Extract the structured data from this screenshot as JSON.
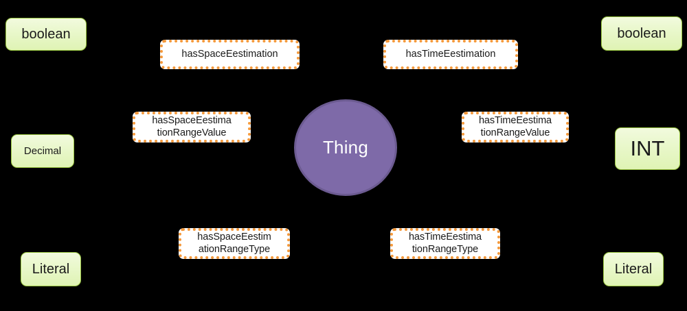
{
  "diagram": {
    "type": "ontology-graph",
    "background_color": "#000000",
    "central_node": {
      "label": "Thing",
      "shape": "circle",
      "fill_color": "#7E6AA8",
      "border_color": "#6C5B91",
      "text_color": "#FFFFFF"
    },
    "datatype_node_style": {
      "fill_color": "#EAF8CD",
      "border_color": "#9AC740",
      "text_color": "#1A1A1A"
    },
    "property_label_style": {
      "fill_color": "#FFFFFF",
      "border_color": "#F4983A",
      "border_style": "dotted",
      "text_color": "#1A1A1A"
    },
    "datatype_nodes": [
      {
        "id": "boolean-left",
        "label": "boolean",
        "position": "top-left"
      },
      {
        "id": "boolean-right",
        "label": "boolean",
        "position": "top-right"
      },
      {
        "id": "decimal-left",
        "label": "Decimal",
        "position": "middle-left"
      },
      {
        "id": "int-right",
        "label": "INT",
        "position": "middle-right"
      },
      {
        "id": "literal-left",
        "label": "Literal",
        "position": "bottom-left"
      },
      {
        "id": "literal-right",
        "label": "Literal",
        "position": "bottom-right"
      }
    ],
    "property_labels": [
      {
        "id": "has-space-eestimation",
        "lines": [
          "hasSpaceEestimation"
        ],
        "full_text": "hasSpaceEestimation",
        "position": "top-left"
      },
      {
        "id": "has-time-eestimation",
        "lines": [
          "hasTimeEestimation"
        ],
        "full_text": "hasTimeEestimation",
        "position": "top-right"
      },
      {
        "id": "has-space-eestimation-range-value",
        "lines": [
          "hasSpaceEestima",
          "tionRangeValue"
        ],
        "full_text": "hasSpaceEestimationRangeValue",
        "position": "middle-left"
      },
      {
        "id": "has-time-eestimation-range-value",
        "lines": [
          "hasTimeEestima",
          "tionRangeValue"
        ],
        "full_text": "hasTimeEestimationRangeValue",
        "position": "middle-right"
      },
      {
        "id": "has-space-eestimation-range-type",
        "lines": [
          "hasSpaceEestim",
          "ationRangeType"
        ],
        "full_text": "hasSpaceEestimationRangeType",
        "position": "bottom-left"
      },
      {
        "id": "has-time-eestimation-range-type",
        "lines": [
          "hasTimeEestima",
          "tionRangeType"
        ],
        "full_text": "hasTimeEestimationRangeType",
        "position": "bottom-right"
      }
    ]
  }
}
